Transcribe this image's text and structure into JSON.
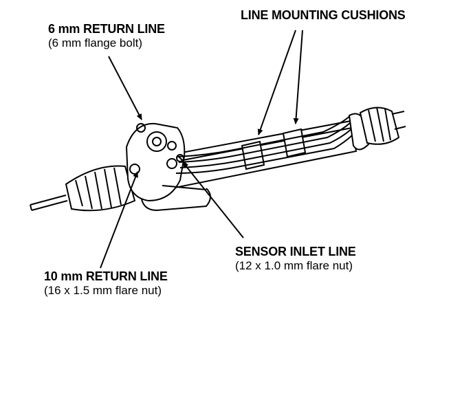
{
  "labels": {
    "return_6mm": {
      "title": "6 mm RETURN LINE",
      "detail": "(6 mm flange bolt)"
    },
    "cushions": {
      "title": "LINE MOUNTING CUSHIONS"
    },
    "sensor_inlet": {
      "title": "SENSOR INLET LINE",
      "detail": "(12 x 1.0 mm flare nut)"
    },
    "return_10mm": {
      "title": "10 mm RETURN LINE",
      "detail": "(16 x 1.5 mm flare nut)"
    }
  },
  "colors": {
    "ink": "#000000",
    "paper": "#ffffff"
  }
}
